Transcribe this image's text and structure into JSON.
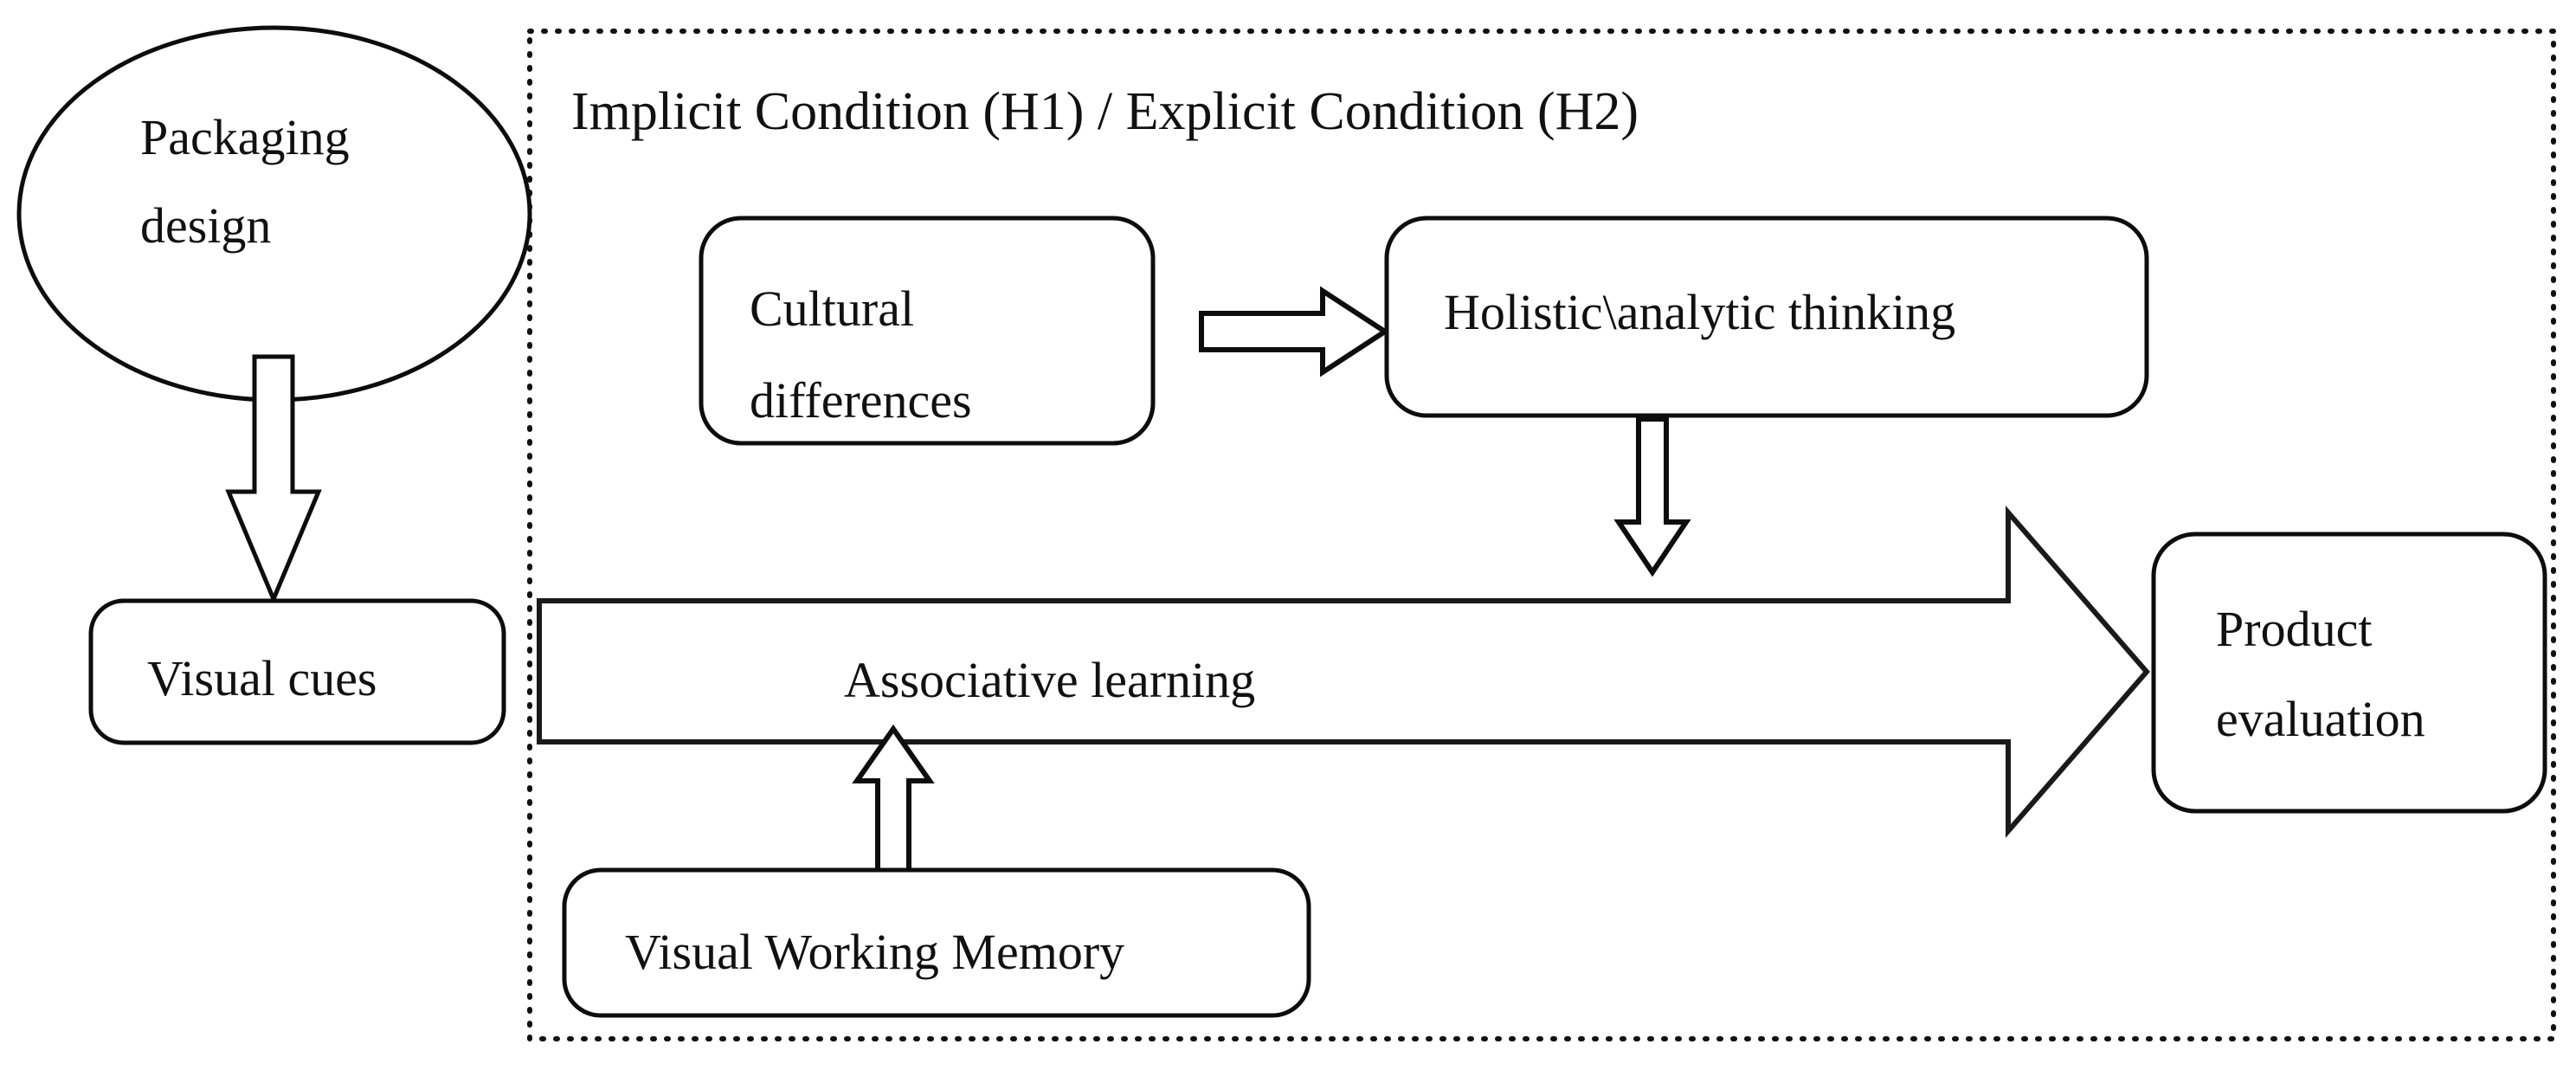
{
  "diagram": {
    "title": "Implicit Condition (H1) / Explicit Condition (H2)",
    "nodes": {
      "packaging_design": {
        "label_line1": "Packaging",
        "label_line2": "design",
        "shape": "ellipse"
      },
      "visual_cues": {
        "label": "Visual cues",
        "shape": "rounded-rect"
      },
      "cultural_differences": {
        "label_line1": "Cultural",
        "label_line2": "differences",
        "shape": "rounded-rect"
      },
      "holistic_analytic_thinking": {
        "label": "Holistic\\analytic thinking",
        "shape": "rounded-rect"
      },
      "associative_learning": {
        "label": "Associative learning",
        "shape": "block-arrow"
      },
      "visual_working_memory": {
        "label": "Visual Working Memory",
        "shape": "rounded-rect"
      },
      "product_evaluation": {
        "label_line1": "Product",
        "label_line2": "evaluation",
        "shape": "rounded-rect"
      }
    },
    "edges": [
      {
        "name": "packaging-design-to-visual-cues",
        "from": "packaging_design",
        "to": "visual_cues",
        "style": "open-block-arrow",
        "direction": "down"
      },
      {
        "name": "cultural-differences-to-holistic",
        "from": "cultural_differences",
        "to": "holistic_analytic_thinking",
        "style": "open-block-arrow",
        "direction": "right"
      },
      {
        "name": "holistic-to-associative-learning",
        "from": "holistic_analytic_thinking",
        "to": "associative_learning",
        "style": "open-block-arrow",
        "direction": "down"
      },
      {
        "name": "visual-working-memory-to-associative-learning",
        "from": "visual_working_memory",
        "to": "associative_learning",
        "style": "open-block-arrow",
        "direction": "up"
      },
      {
        "name": "associative-learning-to-product-evaluation",
        "from": "associative_learning",
        "to": "product_evaluation",
        "style": "large-block-arrow",
        "direction": "right"
      }
    ],
    "colors": {
      "stroke": "#111111",
      "fill": "#ffffff",
      "text": "#111111",
      "container_border": "#111111"
    },
    "container_border_style": "dotted"
  }
}
